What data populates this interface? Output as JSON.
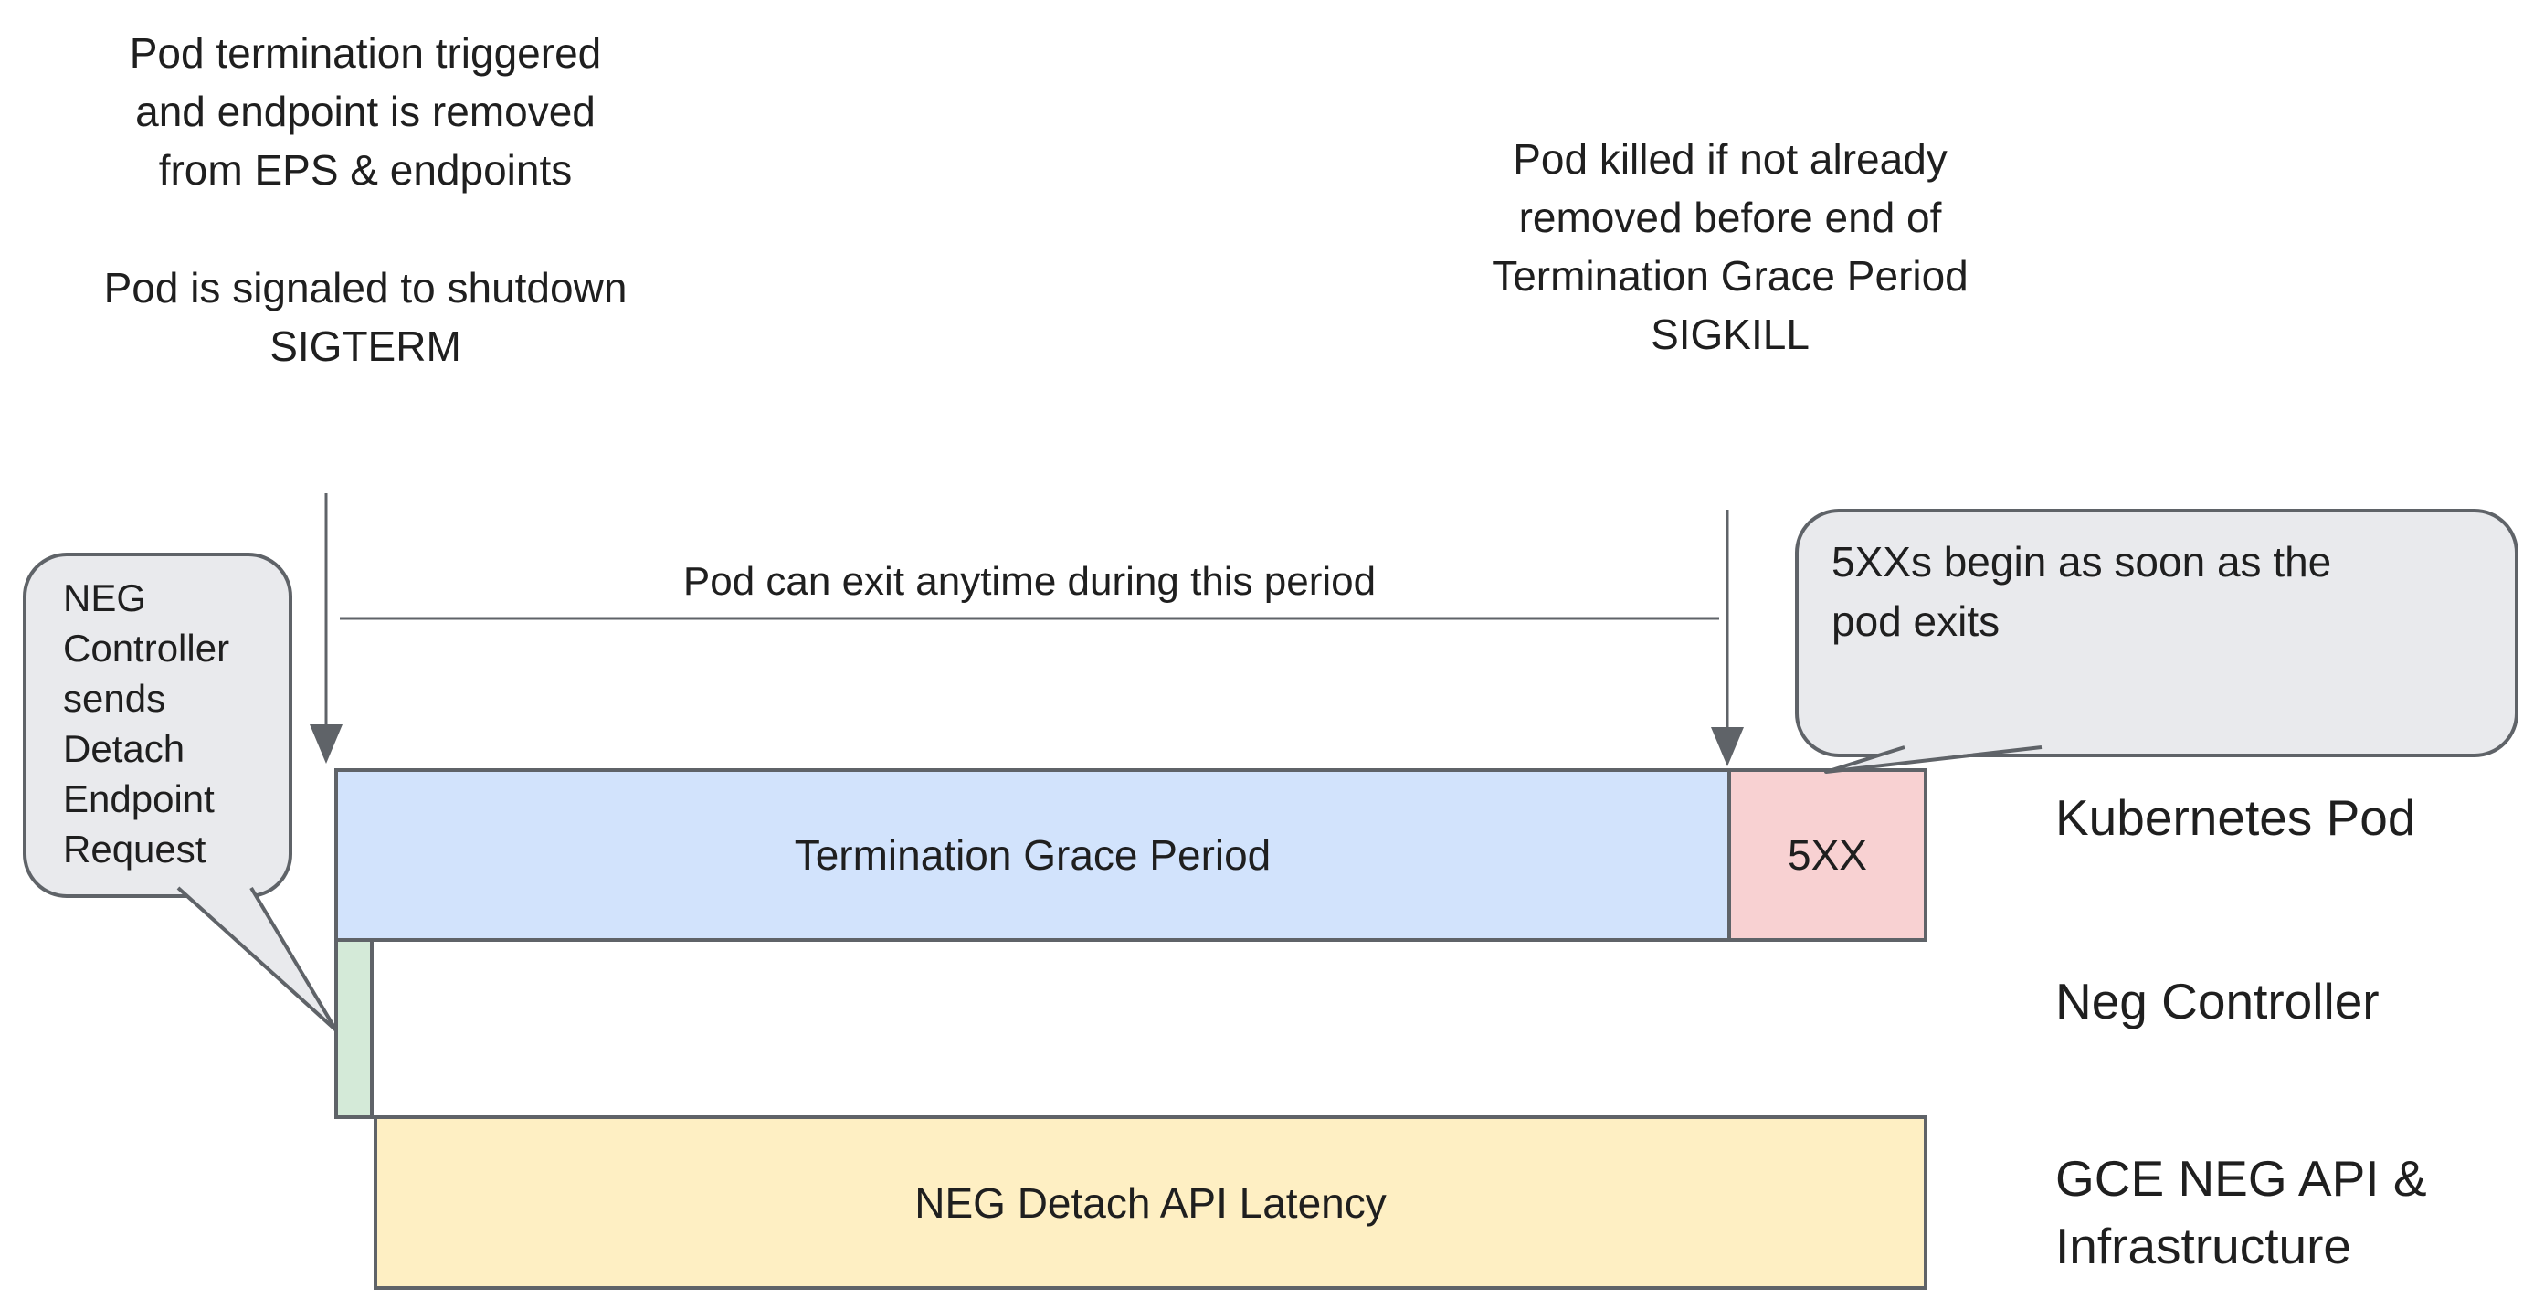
{
  "colors": {
    "bar_blue": "#d2e3fc",
    "bar_pink": "#f8d1d2",
    "bar_green": "#d4ead8",
    "bar_yellow": "#feefc3",
    "callout_fill": "#e9eaed",
    "stroke_gray": "#5f6368",
    "text": "#1f1f1f"
  },
  "annotations": {
    "pod_termination": "Pod termination triggered\nand endpoint is removed\nfrom EPS & endpoints",
    "pod_signaled": "Pod is signaled to shutdown\nSIGTERM",
    "pod_killed": "Pod killed if not already\nremoved before end of\nTermination Grace Period\nSIGKILL",
    "period_note": "Pod can exit anytime during this period"
  },
  "callouts": {
    "neg_controller": "NEG\nController\nsends\nDetach\nEndpoint\nRequest",
    "five_xx": "5XXs begin as soon as the\npod exits"
  },
  "bars": {
    "grace_period": {
      "label": "Termination Grace Period"
    },
    "five_xx": {
      "label": "5XX"
    },
    "neg_detach": {
      "label": "NEG Detach API Latency"
    }
  },
  "lanes": [
    {
      "label": "Kubernetes Pod"
    },
    {
      "label": "Neg Controller"
    },
    {
      "label": "GCE NEG API &\nInfrastructure"
    }
  ]
}
